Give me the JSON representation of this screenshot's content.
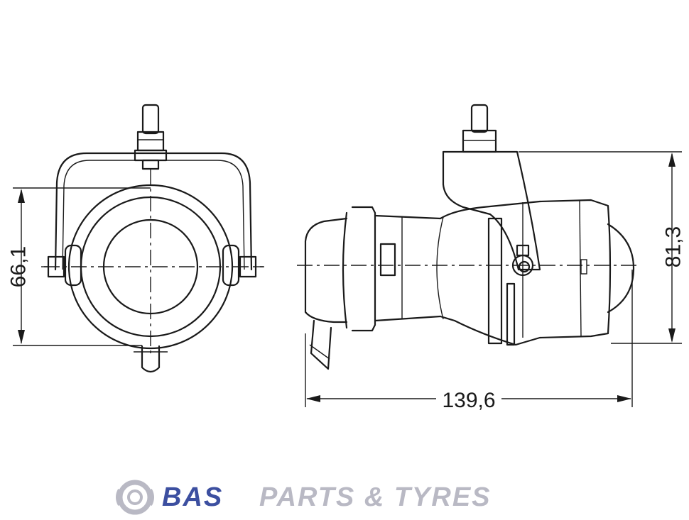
{
  "drawing": {
    "dimensions": {
      "front_height": "66,1",
      "side_height": "81,3",
      "side_length": "139,6"
    }
  },
  "watermark": {
    "brand": "BAS",
    "tagline": "PARTS & TYRES",
    "brand_color": "#3c4fa0",
    "tagline_color": "#b9b9c4",
    "logo_icon": "tyre-logo-icon"
  }
}
